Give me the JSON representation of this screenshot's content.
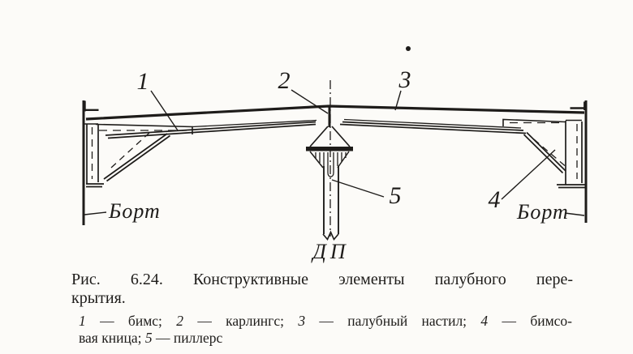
{
  "diagram": {
    "part_numbers": [
      "1",
      "2",
      "3",
      "4",
      "5"
    ],
    "side_label_left": "Борт",
    "side_label_right": "Борт",
    "centerline_label": "ДП"
  },
  "caption": {
    "line1": "Рис. 6.24. Конструктивные элементы палубного пере-",
    "line2": "крытия."
  },
  "legend": {
    "entries": [
      {
        "num": "1",
        "text": "— бимс;"
      },
      {
        "num": "2",
        "text": "— карлингс;"
      },
      {
        "num": "3",
        "text": "— палубный настил;"
      },
      {
        "num": "4",
        "text": "— бимсо-"
      },
      {
        "num": "5",
        "text": "— пиллерс"
      }
    ],
    "wrap_prefix": "вая кница;"
  },
  "colors": {
    "ink": "#1e1c1a",
    "paper": "#fcfbf8"
  }
}
